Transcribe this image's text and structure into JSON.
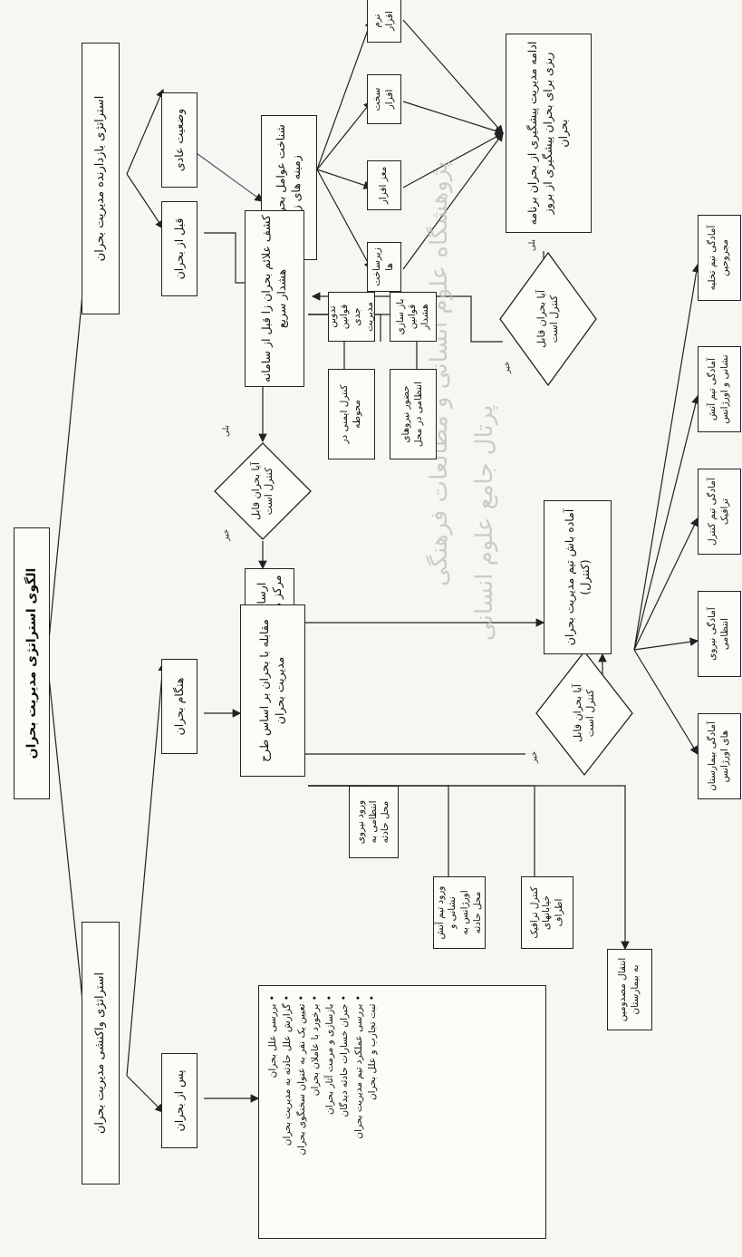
{
  "title": "الگوی استراتژی مدیریت بحران",
  "preventive": {
    "strategy": "استراتژی بازدارنده مدیریت بحران",
    "normal": "وضعیت عادی",
    "pre_crisis": "قبل از بحران",
    "identify": "شناخت عوامل بحران زا در زمینه های زیر",
    "factors": [
      "نرم افزار",
      "سخت افزار",
      "مغز افزار",
      "زیرساخت ها"
    ],
    "forecast": "ادامه مدیریت پیشگیری از بحران برنامه ریزی برای بحران پیشگیری از بروز بحران",
    "diamond": "آیا بحران قابل کنترل است",
    "detect": "کشف علائم بحران زا قبل از سامانه هشدار سریع",
    "detect_sub": [
      "تدوین قوانین جدی مدیریت",
      "باز سازی قوانین هشدار",
      "کنترل ایمنی در محوطه",
      "حضور نیروهای انتظامی در محل"
    ],
    "diamond2": "آیا بحران قابل کنترل است",
    "report": "ارسال گزارش به مرکز مدیریت بحران"
  },
  "reactive": {
    "strategy": "استراتژی واکنشی مدیریت بحران",
    "during": "هنگام بحران",
    "post": "پس از بحران",
    "respond": "مقابله با بحران بر اساس طرح مدیریت بحران",
    "actions": [
      "ورود نیروی انتظامی به محل حادثه",
      "ورود تیم آتش نشانی و اورژانس به محل حادثه",
      "کنترل ترافیک خیابانهای اطراف",
      "انتقال مصدومین به بیمارستان"
    ],
    "diamond": "آیا بحران قابل کنترل است",
    "team_ready": "آماده باش تیم مدیریت بحران (کنترل)",
    "readiness": [
      "آمادگی بیمارستان های اورژانس",
      "آمادگی نیروی انتظامی",
      "آمادگی تیم کنترل ترافیک",
      "آمادگی تیم آتش نشانی و اورژانس",
      "آمادگی تیم تخلیه مجروحین"
    ],
    "post_items": [
      "بررسی علل بحران",
      "گزارش علل حادثه به مدیریت بحران",
      "تعیین یک نفر به عنوان سخنگوی بحران",
      "برخورد با عاملان بحران",
      "بازسازی و مرمت آثار بحران",
      "جبران خسارات حادثه دیدگان",
      "بررسی عملکرد تیم مدیریت بحران",
      "ثبت تجارب و علل بحران"
    ]
  },
  "labels": {
    "yes": "بلی",
    "no": "خیر"
  },
  "watermark": [
    "پژوهشگاه علوم انسانی و مطالعات فرهنگی",
    "پرتال جامع علوم انسانی"
  ]
}
